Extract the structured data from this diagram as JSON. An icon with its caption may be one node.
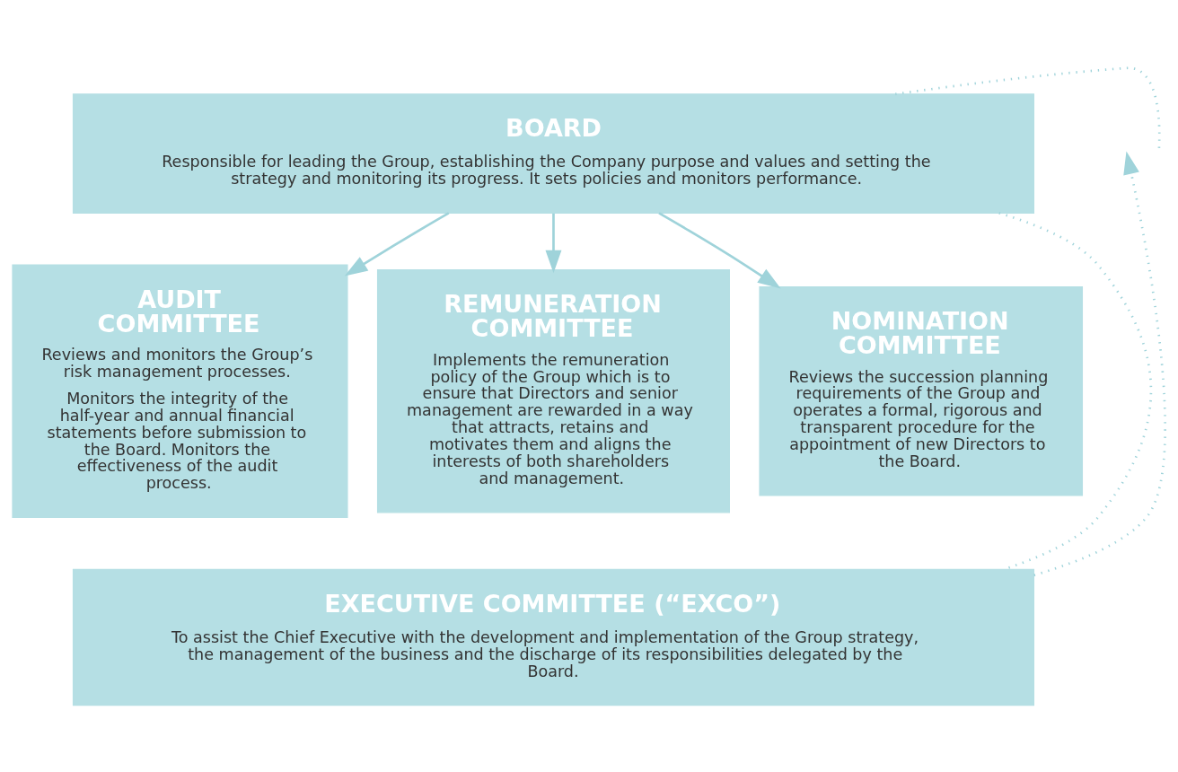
{
  "diagram": {
    "nodes": [
      {
        "text": [
          "BOARD",
          "Responsible for leading the Group, establishing the Company purpose and values and setting the strategy and monitoring its progress. It sets policies and monitors performance."
        ]
      },
      {
        "text": [
          "AUDIT COMMITTEE",
          "Reviews and monitors the Group’s risk management processes.",
          "Monitors the integrity of the half-year and annual financial statements before submission to the Board. Monitors the effectiveness of the audit process."
        ]
      },
      {
        "text": [
          "REMUNERATION COMMITTEE",
          "Implements the remuneration policy of the Group which is to ensure that Directors and senior management are rewarded in a way that attracts, retains and motivates them and aligns the interests of both shareholders and management."
        ]
      },
      {
        "text": [
          "NOMINATION COMMITTEE",
          "Reviews the succession planning requirements of the Group and operates a formal, rigorous and transparent procedure for the appointment of new Directors to the Board."
        ]
      },
      {
        "text": [
          "EXECUTIVE COMMITTEE (“EXCO”)",
          "To assist the Chief Executive with the development and implementation of the Group strategy, the management of the business and the discharge of its responsibilities delegated by the Board."
        ]
      }
    ],
    "edges": [
      {
        "from": 0,
        "to": 1,
        "arrow": "to"
      },
      {
        "from": 0,
        "to": 2,
        "arrow": "to"
      },
      {
        "from": 0,
        "to": 3,
        "arrow": "to"
      },
      {
        "from": 0,
        "to": 4,
        "arrow": "none",
        "style": "dashed"
      },
      {
        "from": 0,
        "to": null,
        "arrow": "none",
        "style": "dashed"
      },
      {
        "from": 4,
        "to": null,
        "arrow": "to",
        "style": "dashed"
      }
    ]
  }
}
